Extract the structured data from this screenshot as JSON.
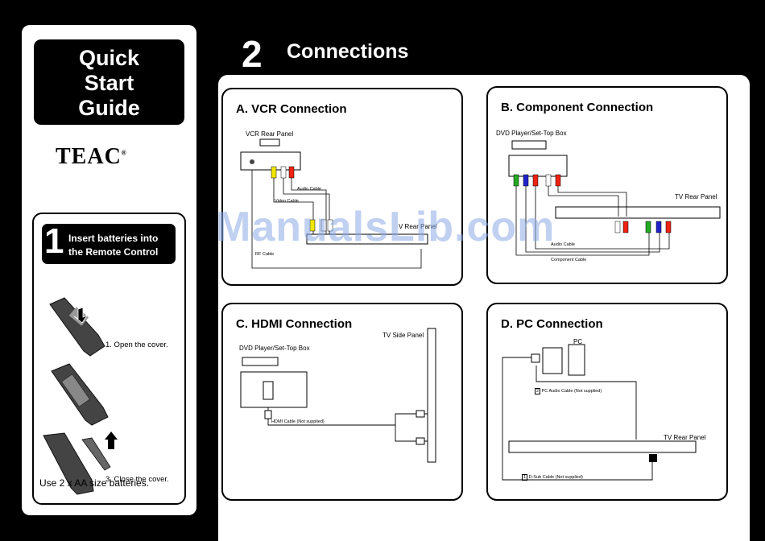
{
  "sidebar": {
    "title_line1": "Quick",
    "title_line2": "Start",
    "title_line3": "Guide",
    "brand": "TEAC",
    "brand_mark": "®",
    "step1": {
      "number": "1",
      "title_line1": "Insert batteries into",
      "title_line2": "the Remote Control",
      "sub1": "1. Open the cover.",
      "sub3": "3. Close the cover.",
      "batteries": "Use 2 x AA  size batteries."
    }
  },
  "header": {
    "number": "2",
    "title": "Connections"
  },
  "panels": {
    "vcr": {
      "title": "A. VCR Connection",
      "vcr_rear_panel": "VCR Rear Panel",
      "audio_cable": "Audio Cable",
      "video_cable": "Video Cable",
      "tv_rear_panel": "V Rear Panel",
      "rf_cable": "RF Cable"
    },
    "component": {
      "title": "B. Component Connection",
      "dvd_box": "DVD Player/Set-Top Box",
      "tv_rear_panel": "TV Rear Panel",
      "audio_cable": "Audio Cable",
      "component_cable": "Component Cable"
    },
    "hdmi": {
      "title": "C. HDMI Connection",
      "tv_side_panel": "TV Side Panel",
      "dvd_box": "DVD Player/Set-Top Box",
      "hdmi_cable": "HDMI Cable (Not supplied)"
    },
    "pc": {
      "title": "D. PC Connection",
      "pc": "PC",
      "pc_audio_cable": "PC Audio Cable (Not supplied)",
      "tv_rear_panel": "TV Rear Panel",
      "dsub_cable": "D-Sub Cable (Not supplied)",
      "marker1": "1",
      "marker2": "2"
    }
  },
  "watermark": "ManualsLib.com"
}
